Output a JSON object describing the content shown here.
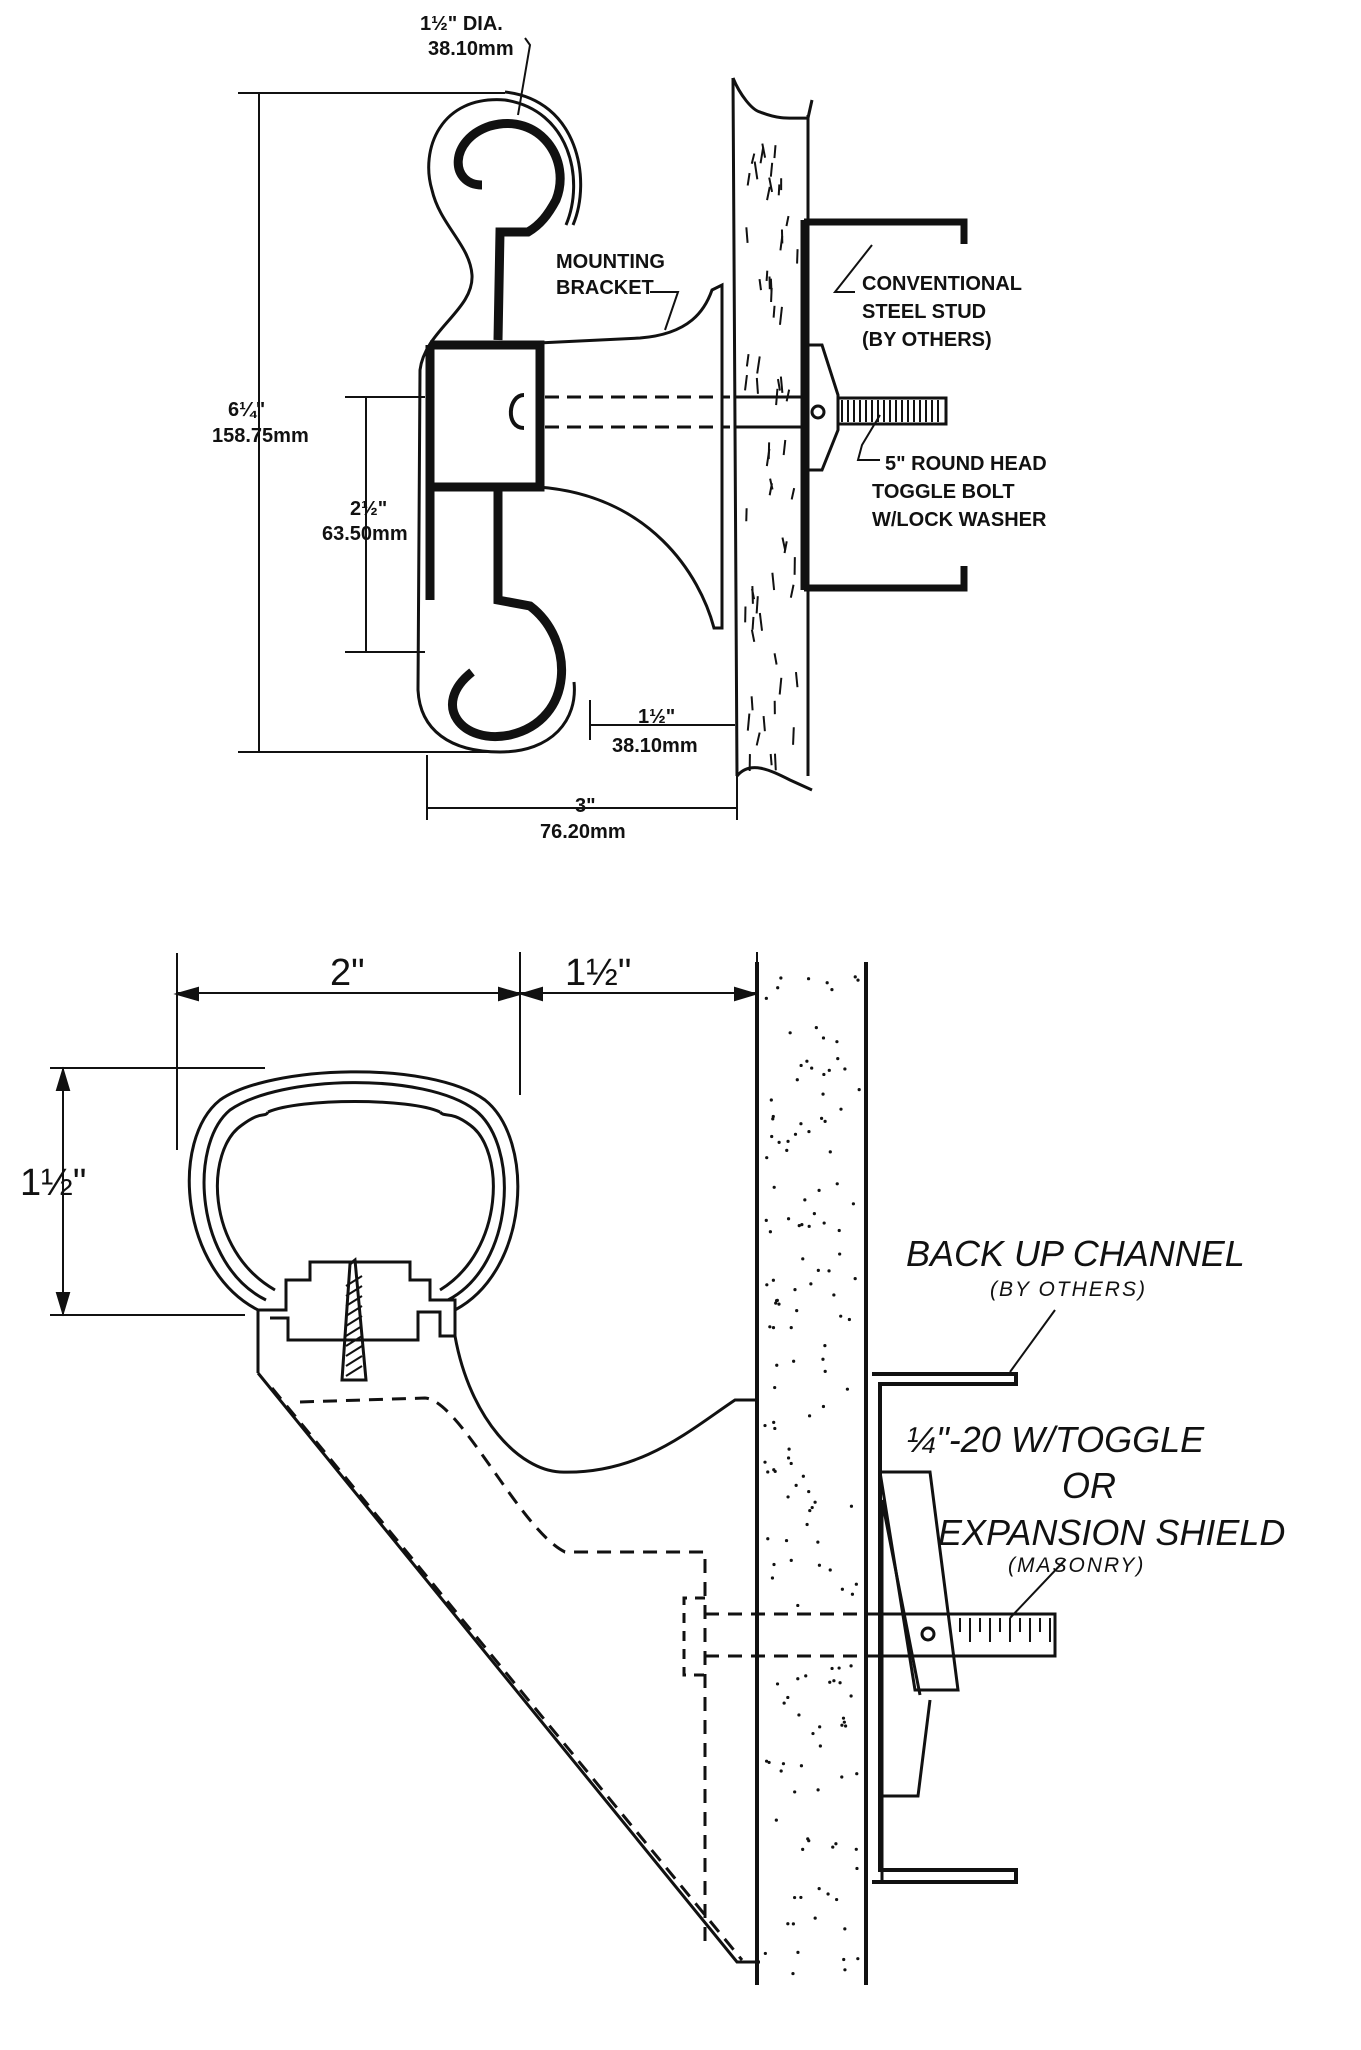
{
  "top_detail": {
    "dia_label": "1½\" DIA.",
    "dia_mm": "38.10mm",
    "height_label": "6¼\"",
    "height_mm": "158.75mm",
    "spacing_label": "2½\"",
    "spacing_mm": "63.50mm",
    "clearance_label": "1½\"",
    "clearance_mm": "38.10mm",
    "depth_label": "3\"",
    "depth_mm": "76.20mm",
    "bracket_line1": "MOUNTING",
    "bracket_line2": "BRACKET",
    "stud_line1": "CONVENTIONAL",
    "stud_line2": "STEEL STUD",
    "stud_line3": "(BY OTHERS)",
    "bolt_line1": "5\" ROUND HEAD",
    "bolt_line2": "TOGGLE BOLT",
    "bolt_line3": "W/LOCK WASHER"
  },
  "bottom_detail": {
    "width_label": "2\"",
    "clearance_label": "1½\"",
    "height_label": "1½\"",
    "channel_line1": "BACK UP CHANNEL",
    "channel_line2": "(BY OTHERS)",
    "fastener_line1": "¼\"-20 W/TOGGLE",
    "fastener_line2": "OR",
    "fastener_line3": "EXPANSION SHIELD",
    "fastener_line4": "(MASONRY)"
  }
}
